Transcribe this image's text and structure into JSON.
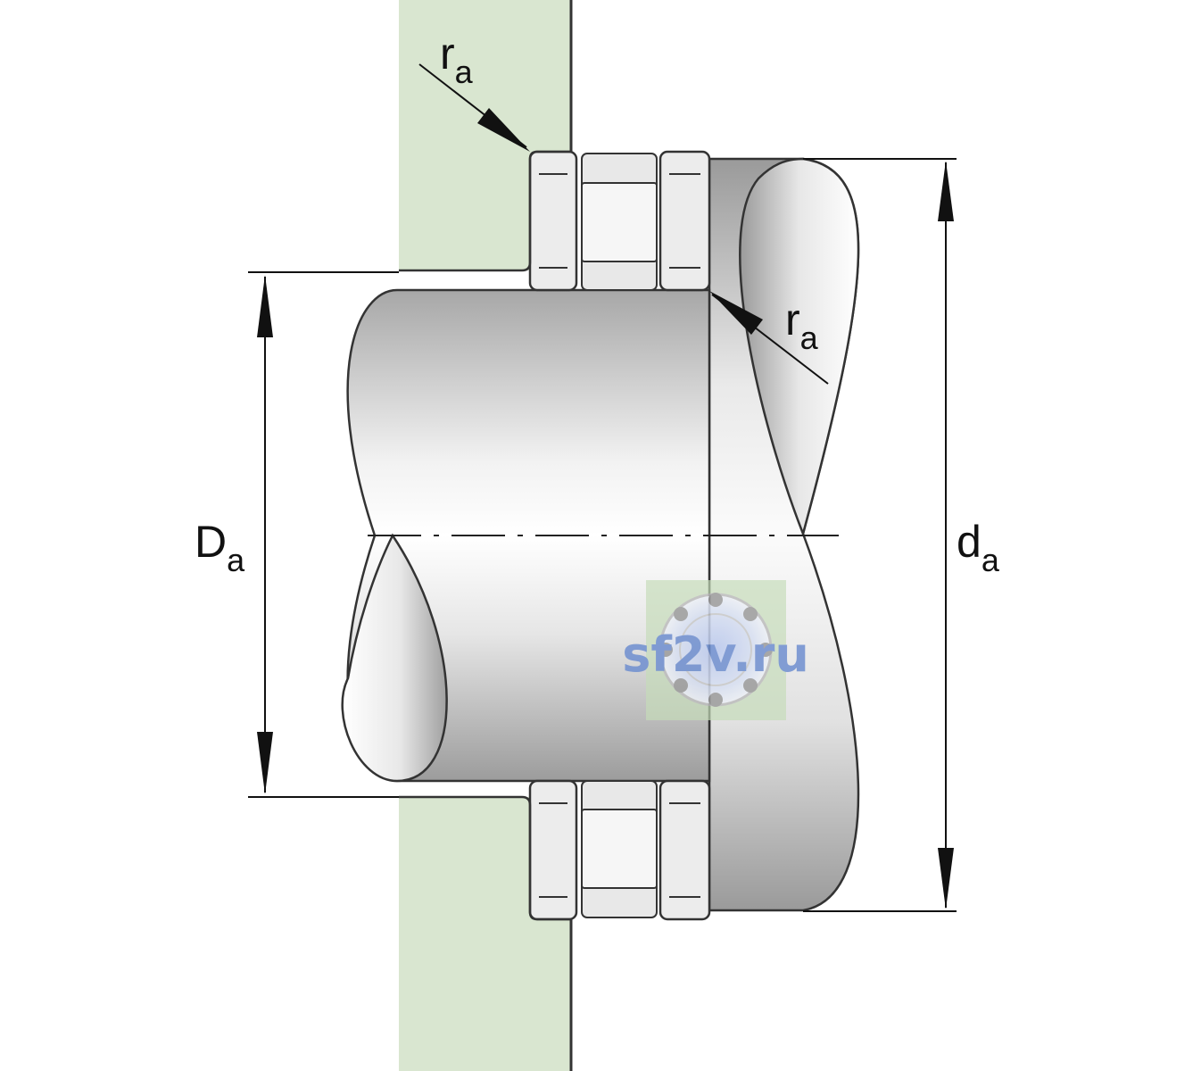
{
  "labels": {
    "ra_top": {
      "main": "r",
      "sub": "a"
    },
    "ra_right": {
      "main": "r",
      "sub": "a"
    },
    "Da": {
      "main": "D",
      "sub": "a"
    },
    "da": {
      "main": "d",
      "sub": "a"
    }
  },
  "watermark": {
    "text": "sf2v.ru"
  },
  "colors": {
    "housing": "#d9e6d0",
    "outline": "#333333",
    "ring": "#ececec",
    "roller": "#f3f3f3",
    "shaft_light": "#fafafa",
    "shaft_dark": "#9a9a9a",
    "watermark_text": "#6f8fd0",
    "watermark_bg": "#c6dcb9"
  }
}
